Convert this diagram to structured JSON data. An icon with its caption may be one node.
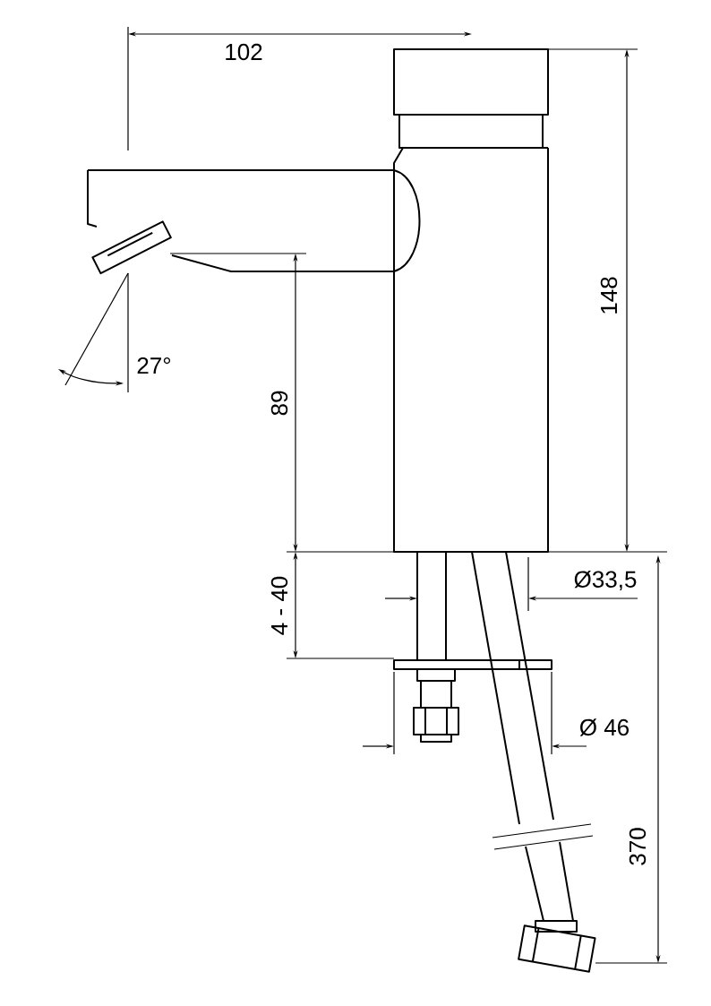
{
  "diagram": {
    "labels": [
      "102",
      "148",
      "27°",
      "89",
      "4 - 40",
      "Ø33,5",
      "Ø 46",
      "370"
    ]
  }
}
